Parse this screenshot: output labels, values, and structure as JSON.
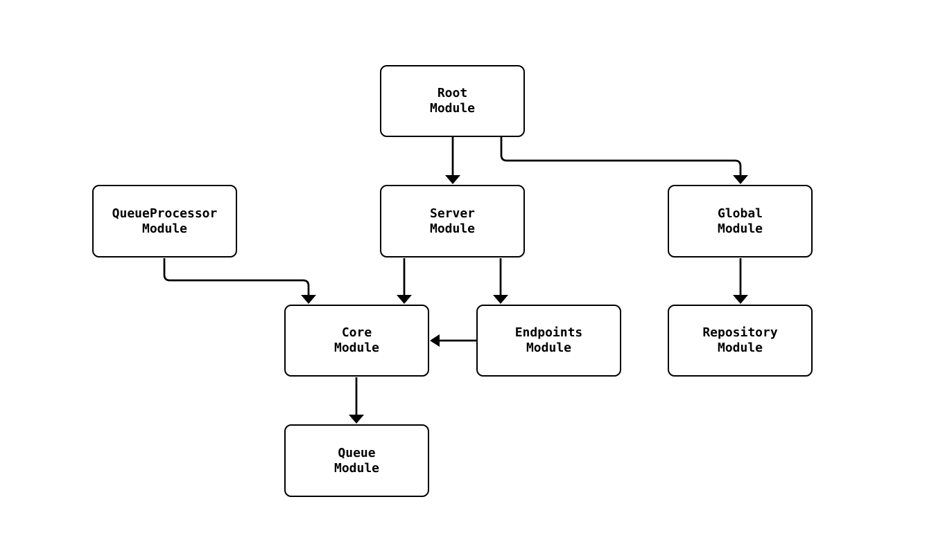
{
  "diagram": {
    "type": "flowchart",
    "direction": "top-down",
    "colors": {
      "background": "#ffffff",
      "stroke": "#000000",
      "node_fill": "#ffffff",
      "text": "#000000"
    },
    "nodes": [
      {
        "id": "root",
        "label": "Root\nModule"
      },
      {
        "id": "queueprocessor",
        "label": "QueueProcessor\nModule"
      },
      {
        "id": "server",
        "label": "Server\nModule"
      },
      {
        "id": "global",
        "label": "Global\nModule"
      },
      {
        "id": "core",
        "label": "Core\nModule"
      },
      {
        "id": "endpoints",
        "label": "Endpoints\nModule"
      },
      {
        "id": "repository",
        "label": "Repository\nModule"
      },
      {
        "id": "queue",
        "label": "Queue\nModule"
      }
    ],
    "edges": [
      {
        "from": "root",
        "to": "server"
      },
      {
        "from": "root",
        "to": "global"
      },
      {
        "from": "queueprocessor",
        "to": "core"
      },
      {
        "from": "server",
        "to": "core"
      },
      {
        "from": "server",
        "to": "endpoints"
      },
      {
        "from": "endpoints",
        "to": "core"
      },
      {
        "from": "global",
        "to": "repository"
      },
      {
        "from": "core",
        "to": "queue"
      }
    ]
  }
}
